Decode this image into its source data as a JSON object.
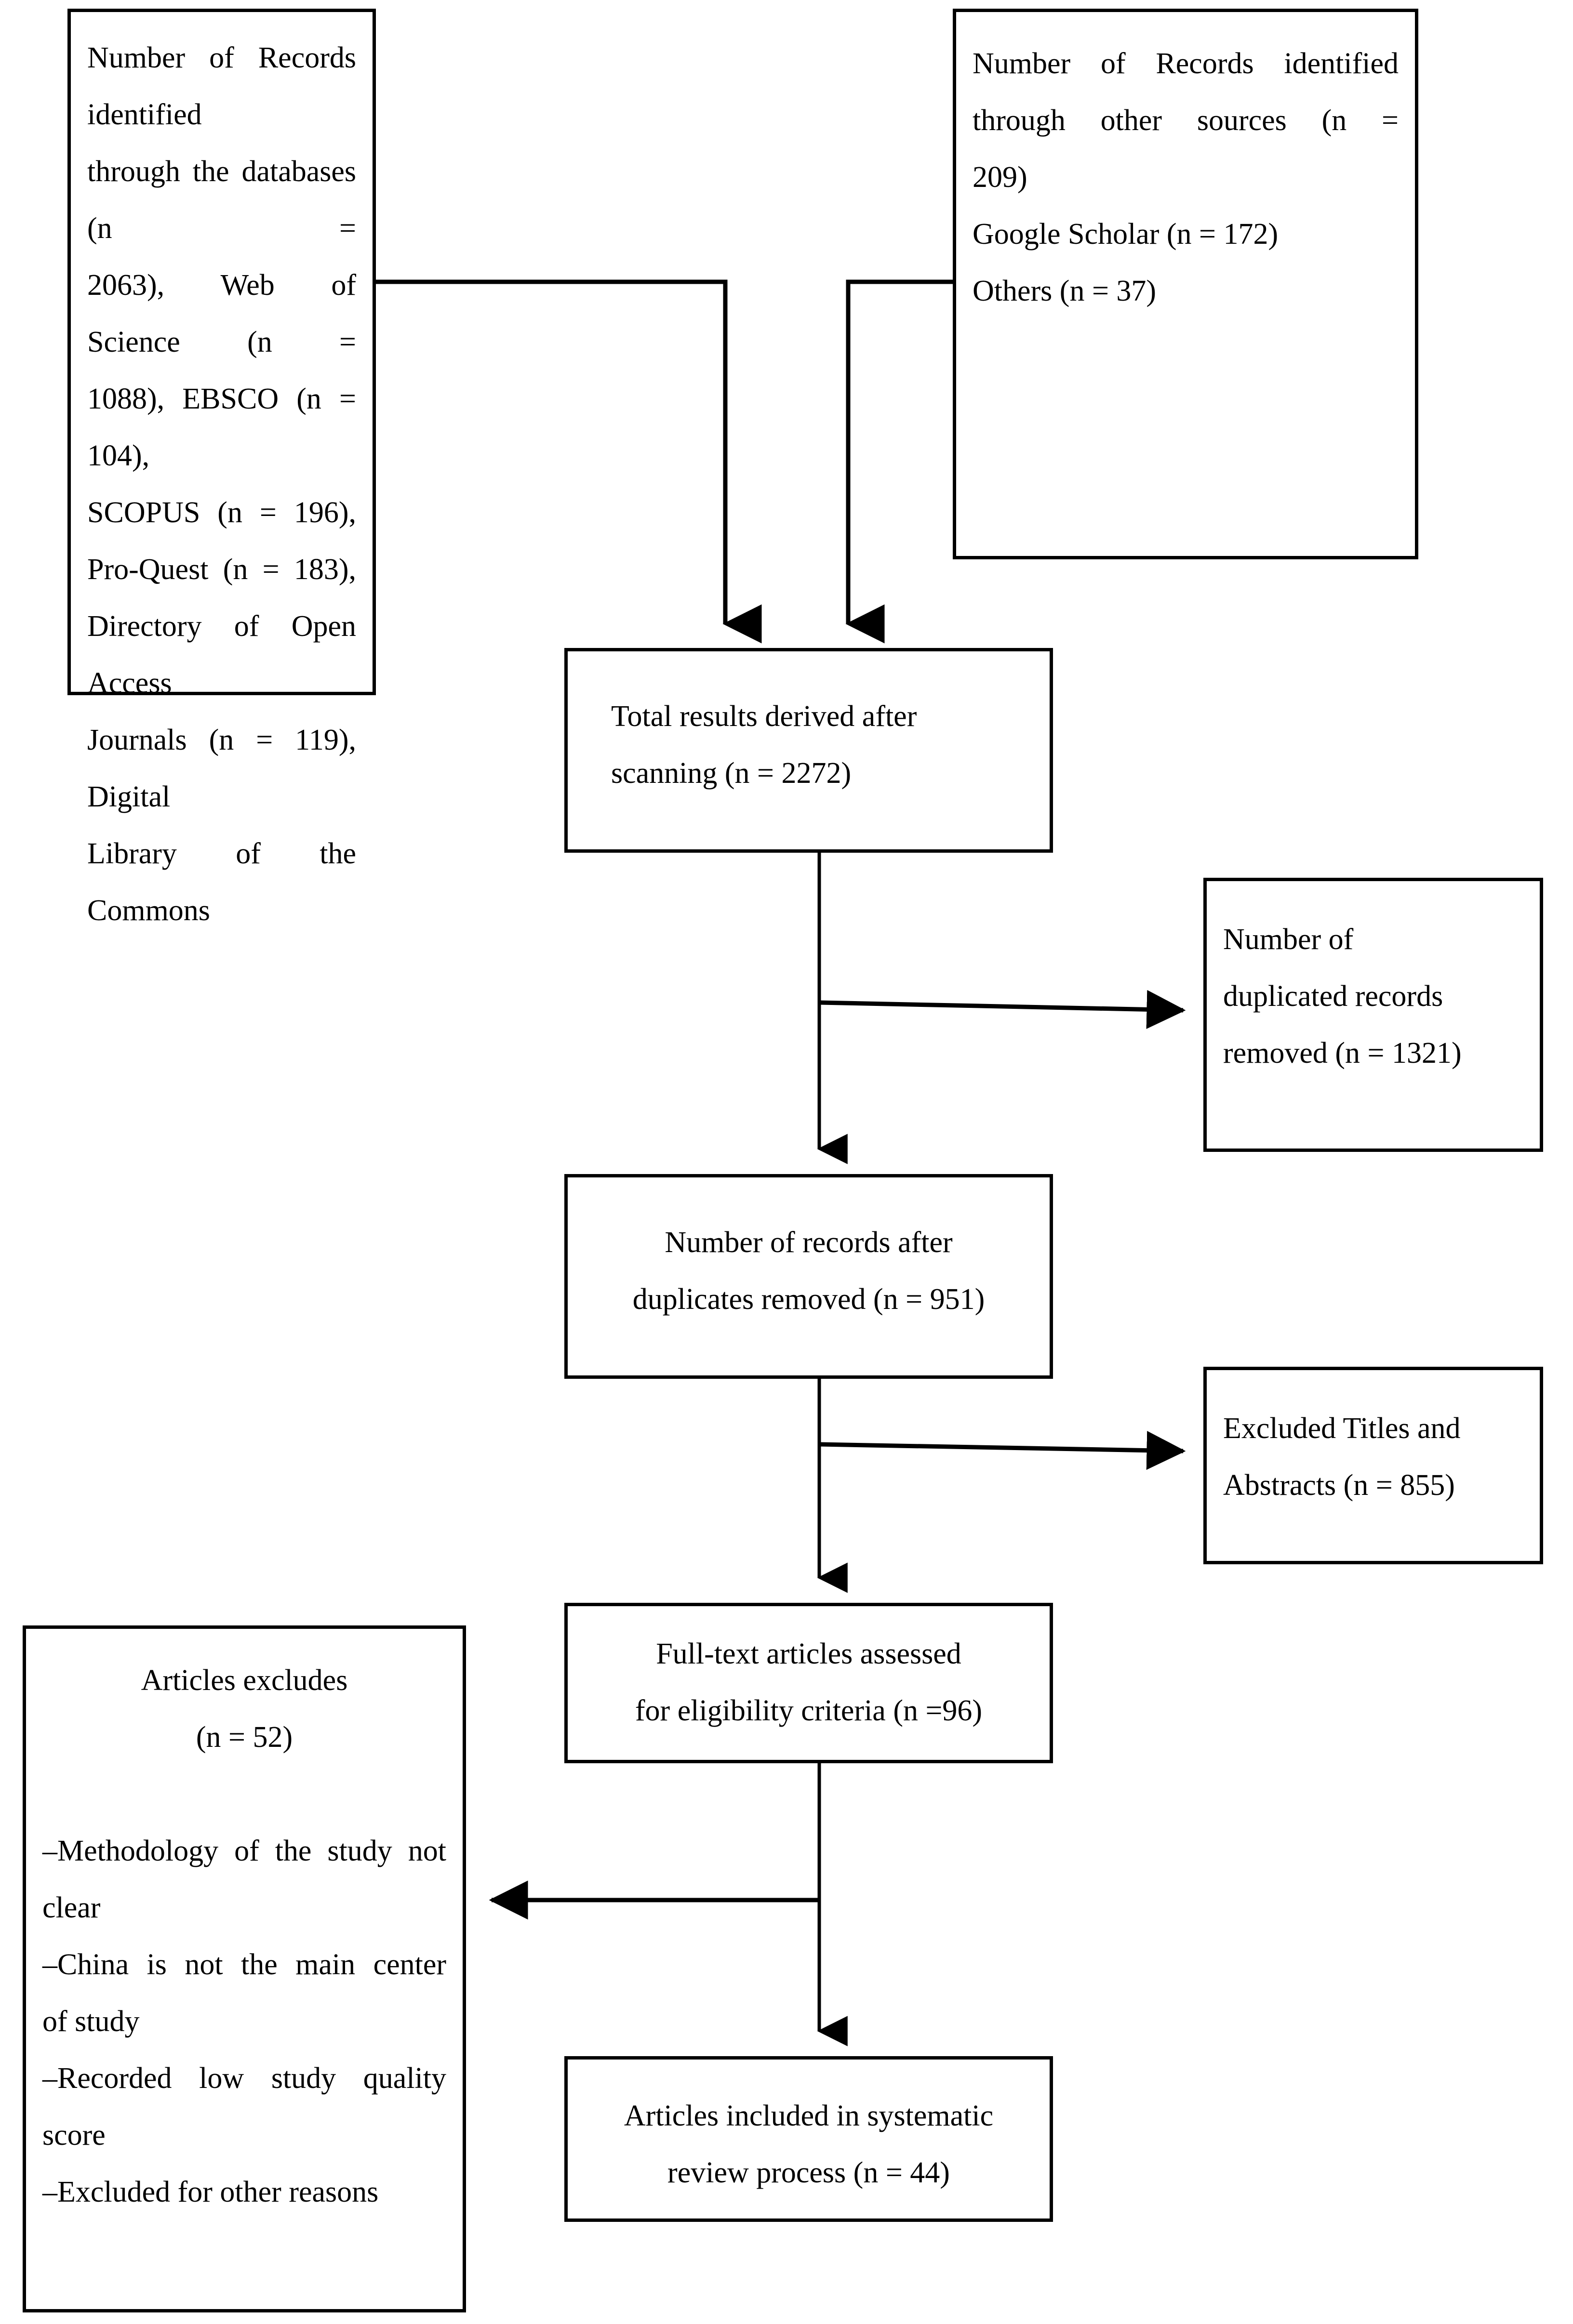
{
  "diagram": {
    "title": "PRISMA flow diagram of study selection",
    "type": "flowchart",
    "stroke_color": "#000000",
    "background_color": "#ffffff"
  },
  "nodes": {
    "databases": {
      "name": "records-identified-databases",
      "text": "Number of Records identified through the databases (n = 2063), Web of Science (n = 1088), EBSCO (n = 104), SCOPUS (n = 196), Pro-Quest (n = 183), Directory of Open Access Journals (n = 119), Digital Library of the Commons",
      "lines": [
        "Number of Records identified",
        "through the databases (n =",
        "2063), Web of Science (n =",
        "1088), EBSCO (n = 104),",
        "SCOPUS (n = 196),",
        "Pro-Quest (n = 183),",
        "Directory of Open Access",
        "Journals (n = 119), Digital",
        "Library of the Commons"
      ],
      "counts": {
        "databases_total": 2063,
        "web_of_science": 1088,
        "ebsco": 104,
        "scopus": 196,
        "pro_quest": 183,
        "doaj": 119
      }
    },
    "other_sources": {
      "name": "records-identified-other-sources",
      "line1": "Number of Records identified",
      "line2": "through other sources (n =",
      "line3": "209)",
      "line4": "Google Scholar (n = 172)",
      "line5": "Others (n = 37)",
      "counts": {
        "other_sources_total": 209,
        "google_scholar": 172,
        "others": 37
      }
    },
    "total_results": {
      "name": "total-results-after-scanning",
      "line1": "Total results derived after",
      "line2": "scanning (n = 2272)",
      "count": 2272
    },
    "duplicates_removed": {
      "name": "duplicated-records-removed",
      "line1": "Number of",
      "line2": "duplicated records",
      "line3": "removed (n = 1321)",
      "count": 1321
    },
    "records_after_dupes": {
      "name": "records-after-duplicates-removed",
      "line1": "Number of records after",
      "line2": "duplicates removed (n = 951)",
      "count": 951
    },
    "excluded_titles": {
      "name": "excluded-titles-and-abstracts",
      "line1": "Excluded Titles and",
      "line2": "Abstracts (n = 855)",
      "count": 855
    },
    "fulltext_assessed": {
      "name": "fulltext-articles-assessed",
      "line1": "Full-text articles assessed",
      "line2": "for eligibility criteria (n =96)",
      "count": 96
    },
    "articles_excluded": {
      "name": "articles-excluded",
      "heading": "Articles excludes",
      "count_line": "(n = 52)",
      "count": 52,
      "reasons": [
        "–Methodology of the study not clear",
        "–China is not the main center of study",
        "–Recorded low study quality score",
        "–Excluded for other reasons"
      ],
      "reason_lines": [
        [
          "–Methodology of the study not",
          "clear"
        ],
        [
          "–China is not the main center",
          "of study"
        ],
        [
          "–Recorded low study quality",
          "score"
        ],
        [
          "–Excluded for other reasons",
          ""
        ]
      ]
    },
    "included": {
      "name": "articles-included-systematic-review",
      "line1": "Articles included in systematic",
      "line2": "review process (n = 44)",
      "count": 44
    }
  },
  "connectors": [
    {
      "name": "databases-to-total",
      "from": "databases",
      "to": "total_results",
      "arrow": "down"
    },
    {
      "name": "other-sources-to-total",
      "from": "other_sources",
      "to": "total_results",
      "arrow": "down"
    },
    {
      "name": "total-to-duplicates",
      "from": "total_results",
      "to": "duplicates_removed",
      "arrow": "right"
    },
    {
      "name": "total-to-records-after",
      "from": "total_results",
      "to": "records_after_dupes",
      "arrow": "down"
    },
    {
      "name": "records-after-to-excluded-titles",
      "from": "records_after_dupes",
      "to": "excluded_titles",
      "arrow": "right"
    },
    {
      "name": "records-after-to-fulltext",
      "from": "records_after_dupes",
      "to": "fulltext_assessed",
      "arrow": "down"
    },
    {
      "name": "fulltext-to-articles-excluded",
      "from": "fulltext_assessed",
      "to": "articles_excluded",
      "arrow": "left"
    },
    {
      "name": "fulltext-to-included",
      "from": "fulltext_assessed",
      "to": "included",
      "arrow": "down"
    }
  ]
}
